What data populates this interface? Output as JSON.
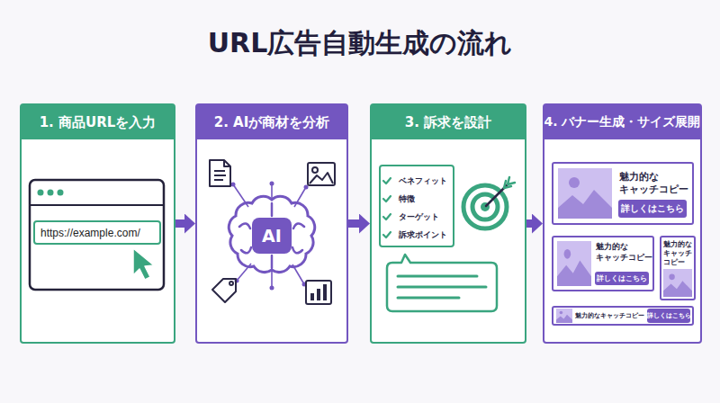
{
  "diagram": {
    "title": "URL広告自動生成の流れ",
    "nodes": [
      {
        "text": [
          "1. 商品URLを入力"
        ]
      },
      {
        "text": [
          "https://example.com/"
        ],
        "in": 0
      },
      {
        "text": [
          "2. AIが商材を分析"
        ]
      },
      {
        "text": [
          "AI"
        ],
        "in": 2
      },
      {
        "text": [
          "3. 訴求を設計"
        ]
      },
      {
        "text": [
          "ベネフィット",
          "特徴",
          "ターゲット",
          "訴求ポイント"
        ],
        "in": 4
      },
      {
        "text": [
          "4. バナー生成・サイズ展開"
        ]
      },
      {
        "text": [
          "魅力的な キャッチコピー"
        ],
        "in": 6
      },
      {
        "text": [
          "詳しくはこちら"
        ],
        "in": 7
      },
      {
        "text": [
          "魅力的な キャッチコピー"
        ],
        "in": 6
      },
      {
        "text": [
          "詳しくはこちら"
        ],
        "in": 9
      },
      {
        "text": [
          "魅力的な キャッチコピー"
        ],
        "in": 6
      },
      {
        "text": [
          "魅力的なキャッチコピー"
        ],
        "in": 6
      },
      {
        "text": [
          "詳しくはこちら"
        ],
        "in": 12
      }
    ],
    "edges": [
      {
        "from": 0,
        "to": 2,
        "arrow": "to"
      },
      {
        "from": 2,
        "to": 4,
        "arrow": "to"
      },
      {
        "from": 4,
        "to": 6,
        "arrow": "to"
      }
    ]
  }
}
